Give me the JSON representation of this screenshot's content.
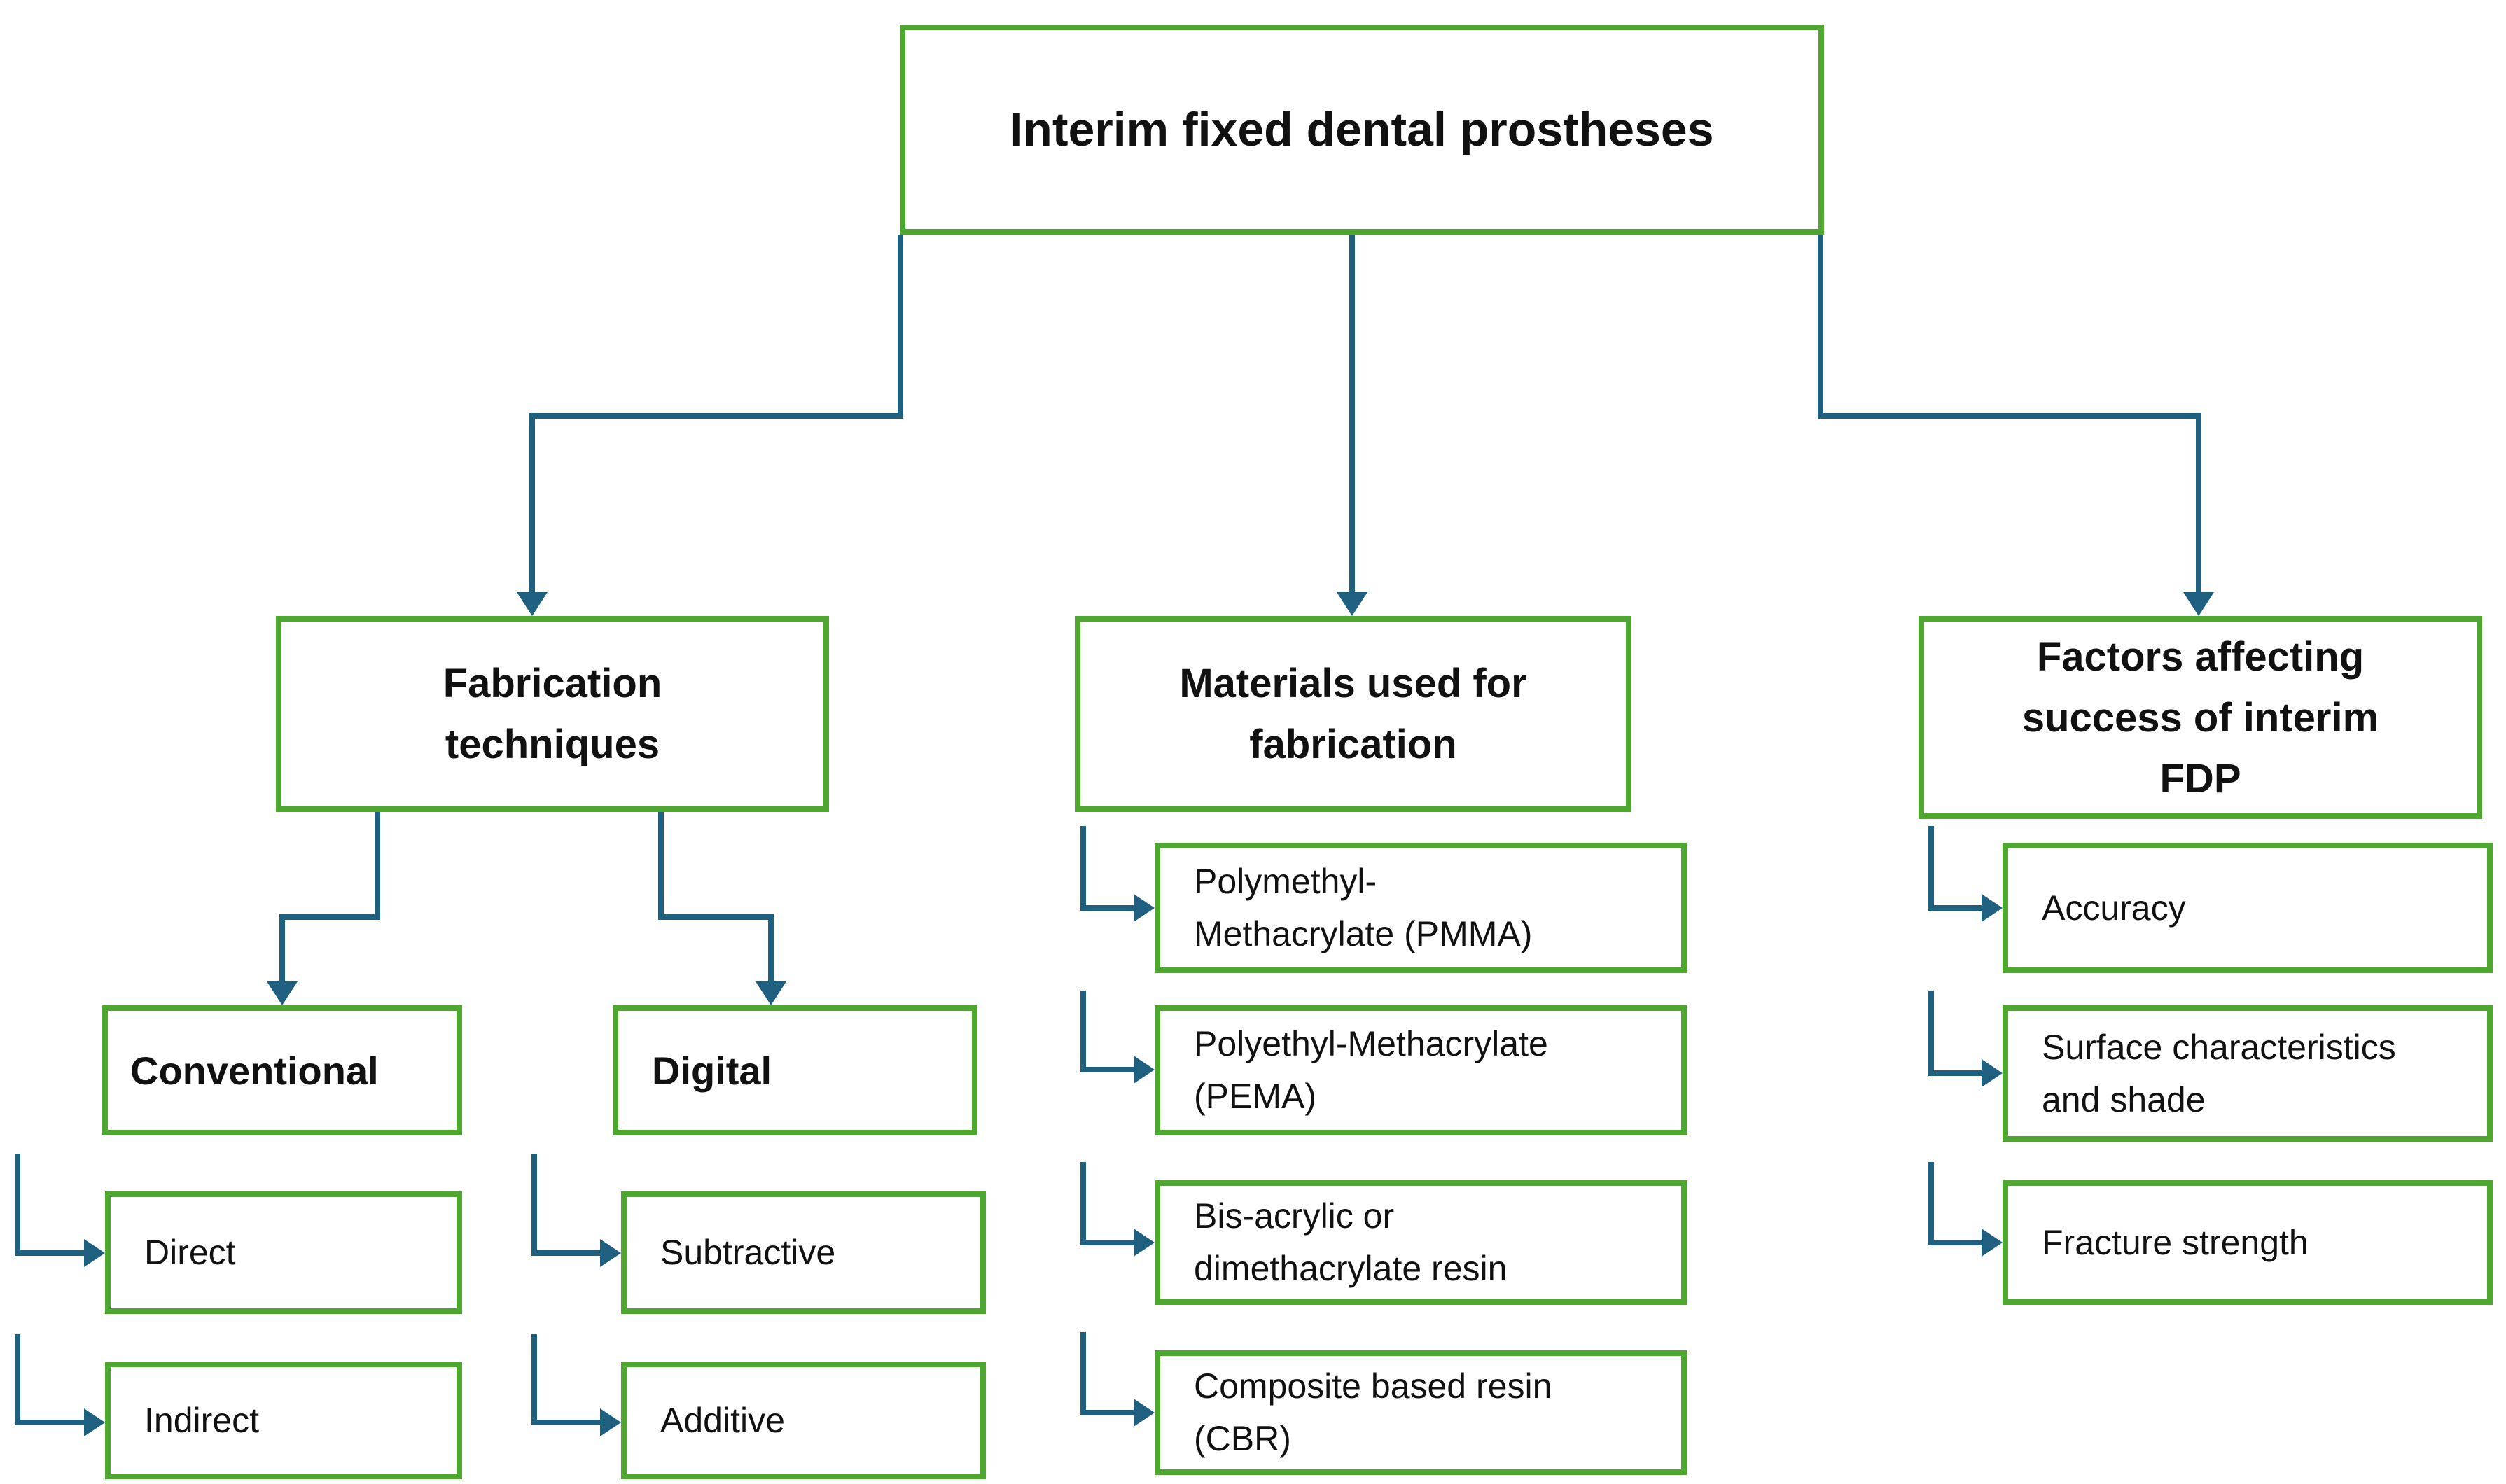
{
  "colors": {
    "box_border": "#4ea72e",
    "connector": "#1f5f7f",
    "text": "#111111",
    "background": "#ffffff"
  },
  "title": {
    "label": "Interim fixed dental prostheses"
  },
  "branches": {
    "fabrication": {
      "label": "Fabrication techniques",
      "lines": [
        "Fabrication",
        "techniques"
      ],
      "children": {
        "conventional": {
          "label": "Conventional",
          "children": {
            "direct": {
              "label": "Direct"
            },
            "indirect": {
              "label": "Indirect"
            }
          }
        },
        "digital": {
          "label": "Digital",
          "children": {
            "subtractive": {
              "label": "Subtractive"
            },
            "additive": {
              "label": "Additive"
            }
          }
        }
      }
    },
    "materials": {
      "label": "Materials used for fabrication",
      "lines": [
        "Materials used for",
        "fabrication"
      ],
      "items": {
        "pmma": {
          "label": "Polymethyl-Methacrylate (PMMA)",
          "lines": [
            "Polymethyl-",
            "Methacrylate (PMMA)"
          ]
        },
        "pema": {
          "label": "Polyethyl-Methacrylate (PEMA)",
          "lines": [
            "Polyethyl-Methacrylate",
            "(PEMA)"
          ]
        },
        "bis": {
          "label": "Bis-acrylic or dimethacrylate resin",
          "lines": [
            "Bis-acrylic or",
            "dimethacrylate resin"
          ]
        },
        "cbr": {
          "label": "Composite based resin (CBR)",
          "lines": [
            "Composite based resin",
            "(CBR)"
          ]
        }
      }
    },
    "factors": {
      "label": "Factors affecting success of interim FDP",
      "lines": [
        "Factors affecting",
        "success of interim",
        "FDP"
      ],
      "items": {
        "accuracy": {
          "label": "Accuracy"
        },
        "surface": {
          "label": "Surface characteristics and shade",
          "lines": [
            "Surface characteristics",
            "and shade"
          ]
        },
        "fracture": {
          "label": "Fracture strength"
        }
      }
    }
  }
}
